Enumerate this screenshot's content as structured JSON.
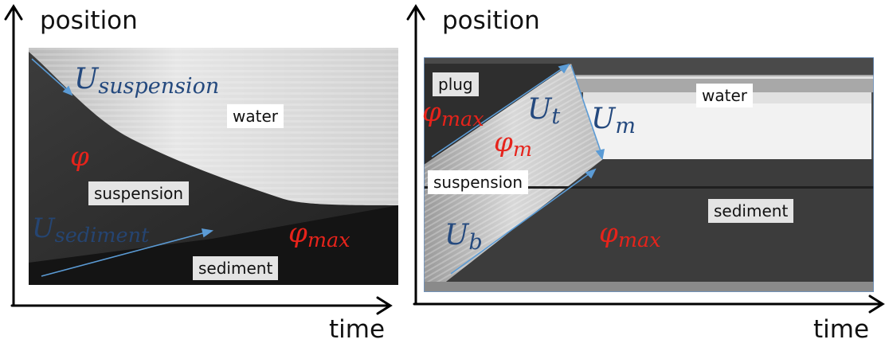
{
  "colors": {
    "velocity_symbol": "#24497e",
    "volume_fraction_symbol": "#e6231b",
    "velocity_arrow": "#5b9bd5"
  },
  "left_panel": {
    "axis": {
      "y_label": "position",
      "x_label": "time"
    },
    "regions": {
      "water": "water",
      "suspension": "suspension",
      "sediment": "sediment"
    },
    "symbols": {
      "u_suspension": {
        "base": "U",
        "sub": "suspension"
      },
      "u_sediment": {
        "base": "U",
        "sub": "sediment"
      },
      "phi": {
        "base": "φ"
      },
      "phi_max": {
        "base": "φ",
        "sub": "max"
      }
    }
  },
  "right_panel": {
    "axis": {
      "y_label": "position",
      "x_label": "time"
    },
    "regions": {
      "plug": "plug",
      "water": "water",
      "suspension": "suspension",
      "sediment": "sediment"
    },
    "symbols": {
      "phi_max_plug": {
        "base": "φ",
        "sub": "max"
      },
      "u_t": {
        "base": "U",
        "sub": "t"
      },
      "phi_m": {
        "base": "φ",
        "sub": "m"
      },
      "u_m": {
        "base": "U",
        "sub": "m"
      },
      "u_b": {
        "base": "U",
        "sub": "b"
      },
      "phi_max_sediment": {
        "base": "φ",
        "sub": "max"
      }
    }
  }
}
